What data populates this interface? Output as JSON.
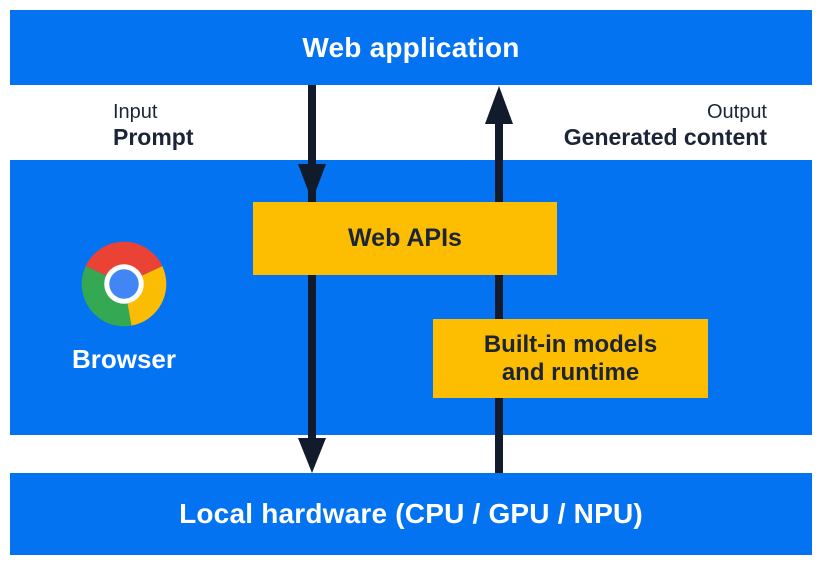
{
  "colors": {
    "blue": "#0473f1",
    "yellow": "#fdbd00",
    "navy": "#1b2537",
    "arrow": "#111b2b",
    "chrome_red": "#ea4335",
    "chrome_yellow": "#fbbc04",
    "chrome_green": "#34a853",
    "chrome_blue": "#4285f4"
  },
  "top_bar": {
    "label": "Web application"
  },
  "io_labels": {
    "input_title": "Input",
    "input_value": "Prompt",
    "output_title": "Output",
    "output_value": "Generated content"
  },
  "browser_section": {
    "browser_label": "Browser",
    "web_apis_label": "Web APIs",
    "builtin_models_line1": "Built-in models",
    "builtin_models_line2": "and runtime"
  },
  "bottom_bar": {
    "label": "Local hardware (CPU / GPU / NPU)"
  }
}
